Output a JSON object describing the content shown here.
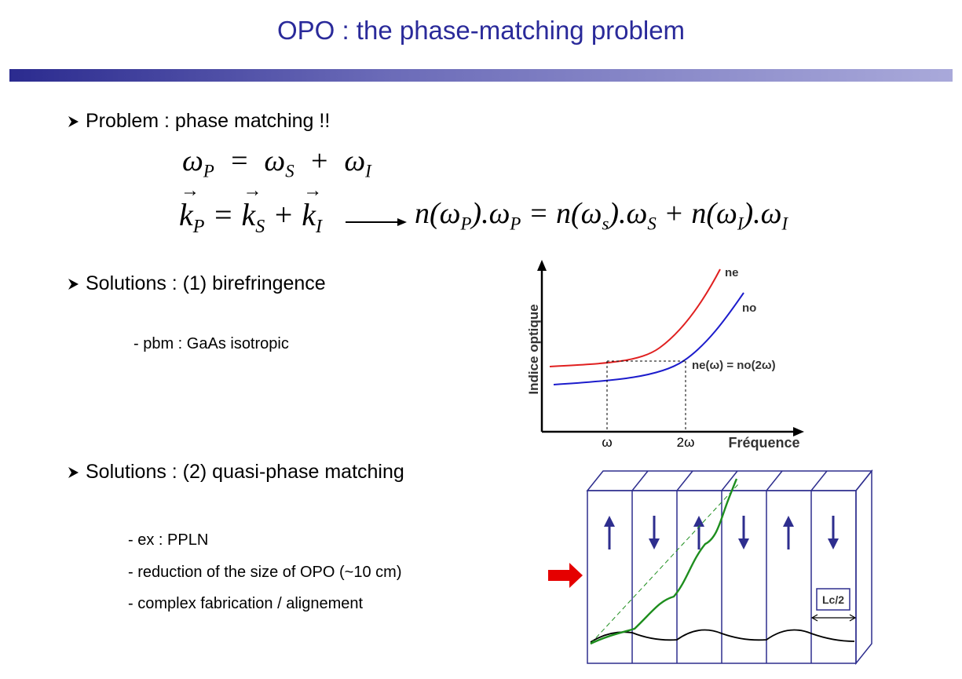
{
  "slide": {
    "title": "OPO : the phase-matching problem",
    "bullets": [
      "Problem : phase matching !!",
      "Solutions : (1) birefringence",
      "Solutions : (2) quasi-phase matching"
    ],
    "sub_birefringence": [
      "- pbm : GaAs isotropic"
    ],
    "sub_qpm": [
      "- ex : PPLN",
      "- reduction of the size of OPO (~10 cm)",
      "- complex fabrication / alignement"
    ],
    "colors": {
      "title": "#2a2a9a",
      "bar_start": "#2b2b8f",
      "bar_end": "#a9a9da",
      "arrow_red": "#e50000",
      "domain_arrow": "#2e2e8e"
    }
  },
  "equations": {
    "energy": "ωP = ωS + ωI",
    "momentum": "kP = kS + kI",
    "index_condition": "n(ωP).ωP = n(ωs).ωS + n(ωI).ωI"
  },
  "figure_birefringence": {
    "y_axis_label": "Indice optique",
    "x_axis_label": "Fréquence",
    "curve_labels": [
      "ne",
      "no"
    ],
    "crossing_label": "ne(ω) = no(2ω)",
    "x_ticks": [
      "ω",
      "2ω"
    ]
  },
  "figure_qpm": {
    "domain_label": "Lc/2",
    "domain_polarity": [
      "up",
      "down",
      "up",
      "down",
      "up",
      "down"
    ]
  }
}
